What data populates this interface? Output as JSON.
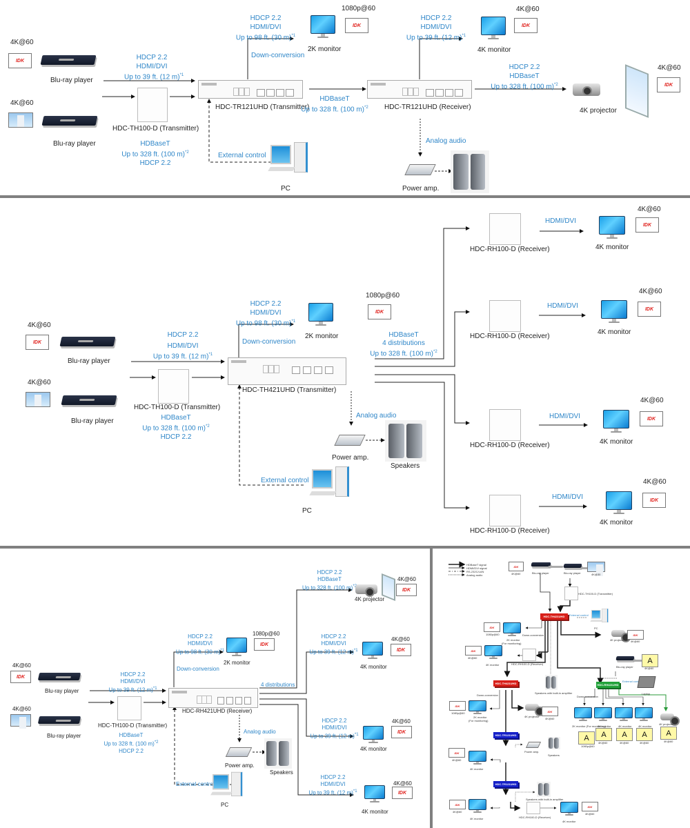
{
  "panel1": {
    "src1_res": "4K@60",
    "src2_res": "4K@60",
    "src1_name": "Blu-ray player",
    "src2_name": "Blu-ray player",
    "link_in": [
      "HDCP 2.2",
      "HDMI/DVI",
      "Up to 39 ft. (12 m)",
      "*1"
    ],
    "th100": "HDC-TH100-D (Transmitter)",
    "th100_link": [
      "HDBaseT",
      "Up to 328 ft. (100 m)",
      "*2",
      "HDCP 2.2"
    ],
    "tx_name": "HDC-TR121UHD (Transmitter)",
    "down_link": [
      "HDCP 2.2",
      "HDMI/DVI",
      "Up to 98 ft. (30 m)",
      "*1"
    ],
    "down_conversion": "Down-conversion",
    "mon2k": "2K monitor",
    "mon2k_res": "1080p@60",
    "hdbt_link": [
      "HDBaseT",
      "Up to 328 ft. (100 m)",
      "*2"
    ],
    "ext_control": "External control",
    "pc": "PC",
    "rx_name": "HDC-TR121UHD (Receiver)",
    "rx_out": [
      "HDCP 2.2",
      "HDMI/DVI",
      "Up to 39 ft. (12 m)",
      "*1"
    ],
    "mon4k": "4K monitor",
    "mon4k_res": "4K@60",
    "proj_link": [
      "HDCP 2.2",
      "HDBaseT",
      "Up to 328 ft. (100 m)",
      "*2"
    ],
    "proj": "4K projector",
    "proj_res": "4K@60",
    "analog_audio": "Analog audio",
    "amp": "Power amp."
  },
  "panel2": {
    "src1_res": "4K@60",
    "src2_res": "4K@60",
    "src1_name": "Blu-ray player",
    "src2_name": "Blu-ray player",
    "link_in": [
      "HDCP 2.2",
      "HDMI/DVI",
      "Up to 39 ft. (12 m)",
      "*1"
    ],
    "th100": "HDC-TH100-D (Transmitter)",
    "th100_link": [
      "HDBaseT",
      "Up to 328 ft. (100 m)",
      "*2",
      "HDCP 2.2"
    ],
    "tx_name": "HDC-TH421UHD (Transmitter)",
    "down_link": [
      "HDCP 2.2",
      "HDMI/DVI",
      "Up to 98 ft. (30 m)",
      "*1"
    ],
    "down_conversion": "Down-conversion",
    "mon2k": "2K monitor",
    "mon2k_res": "1080p@60",
    "dist_link": [
      "HDBaseT",
      "4 distributions",
      "Up to 328 ft. (100 m)",
      "*2"
    ],
    "analog_audio": "Analog audio",
    "amp": "Power amp.",
    "speakers": "Speakers",
    "ext_control": "External control",
    "pc": "PC",
    "receivers": [
      {
        "name": "HDC-RH100-D (Receiver)",
        "link": "HDMI/DVI",
        "monitor": "4K monitor",
        "res": "4K@60"
      },
      {
        "name": "HDC-RH100-D (Receiver)",
        "link": "HDMI/DVI",
        "monitor": "4K monitor",
        "res": "4K@60"
      },
      {
        "name": "HDC-RH100-D (Receiver)",
        "link": "HDMI/DVI",
        "monitor": "4K monitor",
        "res": "4K@60"
      },
      {
        "name": "HDC-RH100-D (Receiver)",
        "link": "HDMI/DVI",
        "monitor": "4K monitor",
        "res": "4K@60"
      }
    ]
  },
  "panel3": {
    "src1_res": "4K@60",
    "src2_res": "4K@60",
    "src1_name": "Blu-ray player",
    "src2_name": "Blu-ray player",
    "link_in": [
      "HDCP 2.2",
      "HDMI/DVI",
      "Up to 39 ft. (12 m)",
      "*1"
    ],
    "th100": "HDC-TH100-D (Transmitter)",
    "th100_link": [
      "HDBaseT",
      "Up to 328 ft. (100 m)",
      "*2",
      "HDCP 2.2"
    ],
    "rx_name": "HDC-RH421UHD (Receiver)",
    "down_link": [
      "HDCP 2.2",
      "HDMI/DVI",
      "Up to 98 ft. (30 m)",
      "*1"
    ],
    "down_conversion": "Down-conversion",
    "mon2k": "2K monitor",
    "mon2k_res": "1080p@60",
    "four_dist": "4 distributions",
    "analog_audio": "Analog audio",
    "amp": "Power amp.",
    "speakers": "Speakers",
    "ext_control": "External control",
    "pc": "PC",
    "proj_link": [
      "HDCP 2.2",
      "HDBaseT",
      "Up to 328 ft. (100 m)",
      "*2"
    ],
    "proj": "4K projector",
    "proj_res": "4K@60",
    "outputs": [
      {
        "link": [
          "HDCP 2.2",
          "HDMI/DVI",
          "Up to 39 ft. (12 m)",
          "*1"
        ],
        "monitor": "4K monitor",
        "res": "4K@60"
      },
      {
        "link": [
          "HDCP 2.2",
          "HDMI/DVI",
          "Up to 39 ft. (12 m)",
          "*1"
        ],
        "monitor": "4K monitor",
        "res": "4K@60"
      },
      {
        "link": [
          "HDCP 2.2",
          "HDMI/DVI",
          "Up to 39 ft. (12 m)",
          "*1"
        ],
        "monitor": "4K monitor",
        "res": "4K@60"
      }
    ]
  },
  "panel4": {
    "legend": [
      "HDBaseT signal",
      "HDMI/DVI signal",
      "RS-232C/LAN",
      "Analog audio"
    ],
    "src1_res": "4K@60",
    "src1_name": "Blu-ray player",
    "src2_name": "Blu-ray player",
    "src2_res": "4K@30",
    "th100": "HDC-TH100-D (Transmitter)",
    "dev_red": "HDC-TH421UHD",
    "ext_control": "External control",
    "pc": "PC",
    "proj1": "4K projector",
    "proj1_res": "4K@60",
    "down_conversion": "Down-conversion",
    "mon2k_a": "2K monitor",
    "mon2k_a_sub": "(For monitoring)",
    "mon2k_a_res": "1080p@60",
    "rh100_a": "HDC-RH100-D (Receiver)",
    "mon4k_a": "4K monitor",
    "mon4k_a_res": "4K@60",
    "dev_red2": "HDC-TH421UHD",
    "speakers_amp": "Speakers with built-in amplifier",
    "mon2k_b": "2K monitor",
    "mon2k_b_sub": "(For monitoring)",
    "mon2k_b_res": "1080p@60",
    "proj2": "4K projector",
    "proj2_res": "4K@60",
    "dev_blue1": "HDC-TR121UHD",
    "power_amp": "Power amp.",
    "speakers": "Speakers",
    "mon4k_b": "4K monitor",
    "mon4k_b_res": "4K@60",
    "dev_blue2": "HDC-TR121UHD",
    "speakers_amp2": "Speakers with built-in amplifier",
    "rh100_b": "HDC-RH100-D (Receiver)",
    "mon4k_c": "4K monitor",
    "mon4k_c_res": "4K@60",
    "mon4k_d": "4K monitor",
    "mon4k_d_res": "4K@60",
    "bd3": "Blu-ray player",
    "bd3_res": "4K@60",
    "dev_green": "HDC-RH421UHD",
    "laptop_control": "External control",
    "laptop": "Laptop",
    "green_outputs": [
      {
        "name": "2K monitor (For monitoring)",
        "res": "1080p@60"
      },
      {
        "name": "4K monitor",
        "res": "4K@60"
      },
      {
        "name": "4K monitor",
        "res": "4K@60"
      },
      {
        "name": "4K monitor",
        "res": "4K@60"
      }
    ],
    "green_proj": "4K projector",
    "green_proj_res": "4K@60",
    "green_down": "Down-conversion",
    "a_glyph": "A"
  },
  "brand": {
    "logo": "IDK",
    "logo_color": "#e0201b",
    "link_color": "#2e86c8",
    "separator_color": "#808080"
  }
}
